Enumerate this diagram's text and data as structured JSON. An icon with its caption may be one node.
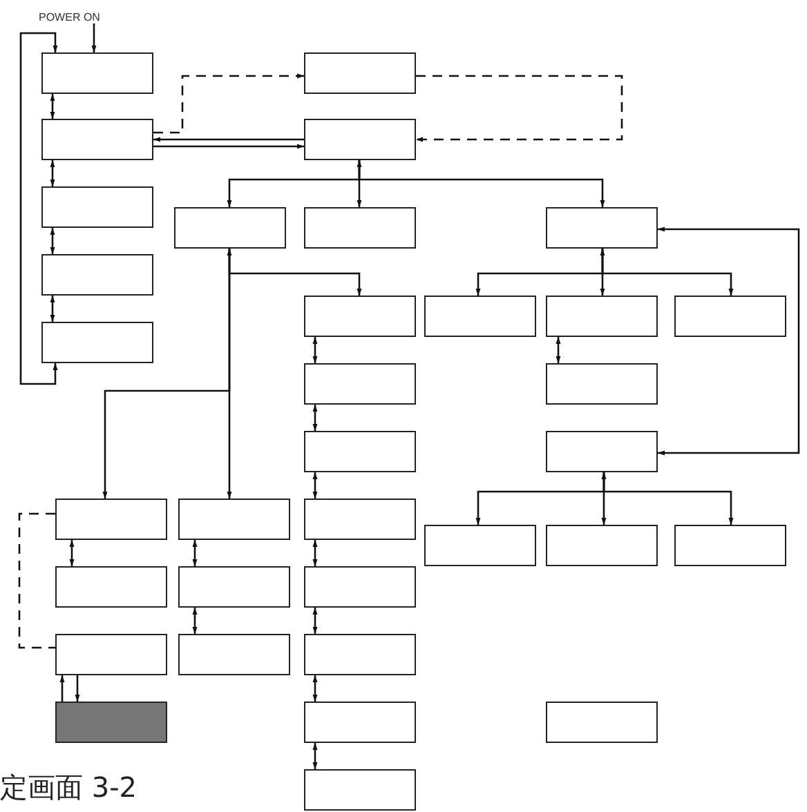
{
  "diagram": {
    "caption": "定画面 3-2",
    "nodes": [
      {
        "text": [
          "POWER ON"
        ]
      },
      {
        "text": [],
        "shape": "box"
      },
      {
        "text": [],
        "shape": "box"
      },
      {
        "text": [],
        "shape": "box"
      },
      {
        "text": [],
        "shape": "box"
      },
      {
        "text": [],
        "shape": "box"
      },
      {
        "text": [],
        "shape": "box"
      },
      {
        "text": [],
        "shape": "box"
      },
      {
        "text": [],
        "shape": "box"
      },
      {
        "text": [],
        "shape": "box"
      },
      {
        "text": [],
        "shape": "box"
      },
      {
        "text": [],
        "shape": "box"
      },
      {
        "text": [],
        "shape": "box"
      },
      {
        "text": [],
        "shape": "box"
      },
      {
        "text": [],
        "shape": "box"
      },
      {
        "text": [],
        "shape": "box"
      },
      {
        "text": [],
        "shape": "box"
      },
      {
        "text": [],
        "shape": "box"
      },
      {
        "text": [],
        "shape": "box"
      },
      {
        "text": [],
        "shape": "box"
      },
      {
        "text": [],
        "shape": "box"
      },
      {
        "text": [],
        "shape": "box"
      },
      {
        "text": [],
        "shape": "box"
      },
      {
        "text": [],
        "shape": "box"
      },
      {
        "text": [],
        "shape": "box"
      },
      {
        "text": [],
        "shape": "box"
      },
      {
        "text": [],
        "shape": "box"
      },
      {
        "text": [],
        "shape": "box"
      },
      {
        "text": [],
        "shape": "box"
      },
      {
        "text": [],
        "shape": "box"
      },
      {
        "text": [],
        "shape": "box"
      },
      {
        "text": [],
        "shape": "box"
      },
      {
        "text": [],
        "shape": "box"
      },
      {
        "text": [],
        "shape": "box"
      },
      {
        "text": [],
        "shape": "box"
      }
    ],
    "edges": [
      {
        "from": 0,
        "to": 1,
        "arrow": "to"
      },
      {
        "from": 1,
        "to": 14,
        "arrow": "both"
      },
      {
        "from": 1,
        "to": 3,
        "arrow": "both"
      },
      {
        "from": 3,
        "to": 5,
        "arrow": "both"
      },
      {
        "from": 5,
        "to": 9,
        "arrow": "both"
      },
      {
        "from": 9,
        "to": 14,
        "arrow": "both"
      },
      {
        "from": 3,
        "to": 2,
        "arrow": "to",
        "style": "dashed"
      },
      {
        "from": 2,
        "to": 4,
        "arrow": "to",
        "style": "dashed"
      },
      {
        "from": 4,
        "to": 3,
        "arrow": "to"
      },
      {
        "from": 3,
        "to": 4,
        "arrow": "to"
      },
      {
        "from": 4,
        "to": 6,
        "arrow": "to"
      },
      {
        "from": 4,
        "to": 7,
        "arrow": "both"
      },
      {
        "from": 4,
        "to": 8,
        "arrow": "to"
      },
      {
        "from": 6,
        "to": 10,
        "arrow": "both"
      },
      {
        "from": 6,
        "to": 19,
        "arrow": "to"
      },
      {
        "from": 6,
        "to": 20,
        "arrow": "to"
      },
      {
        "from": 8,
        "to": 12,
        "arrow": "both"
      },
      {
        "from": 8,
        "to": 11,
        "arrow": "to"
      },
      {
        "from": 8,
        "to": 13,
        "arrow": "to"
      },
      {
        "from": 12,
        "to": 16,
        "arrow": "both"
      },
      {
        "from": 8,
        "to": 18,
        "arrow": "both"
      },
      {
        "from": 18,
        "to": 23,
        "arrow": "both"
      },
      {
        "from": 18,
        "to": 22,
        "arrow": "to"
      },
      {
        "from": 18,
        "to": 24,
        "arrow": "to"
      },
      {
        "from": 10,
        "to": 15,
        "arrow": "both"
      },
      {
        "from": 15,
        "to": 17,
        "arrow": "both"
      },
      {
        "from": 17,
        "to": 21,
        "arrow": "both"
      },
      {
        "from": 21,
        "to": 27,
        "arrow": "both"
      },
      {
        "from": 27,
        "to": 30,
        "arrow": "both"
      },
      {
        "from": 30,
        "to": 32,
        "arrow": "both"
      },
      {
        "from": 32,
        "to": 34,
        "arrow": "both"
      },
      {
        "from": 19,
        "to": 25,
        "arrow": "both"
      },
      {
        "from": 20,
        "to": 26,
        "arrow": "both"
      },
      {
        "from": 26,
        "to": 29,
        "arrow": "both"
      },
      {
        "from": 19,
        "to": 28,
        "arrow": "none",
        "style": "dashed"
      },
      {
        "from": 31,
        "to": 28,
        "arrow": "to"
      },
      {
        "from": 28,
        "to": 31,
        "arrow": "to"
      }
    ]
  }
}
